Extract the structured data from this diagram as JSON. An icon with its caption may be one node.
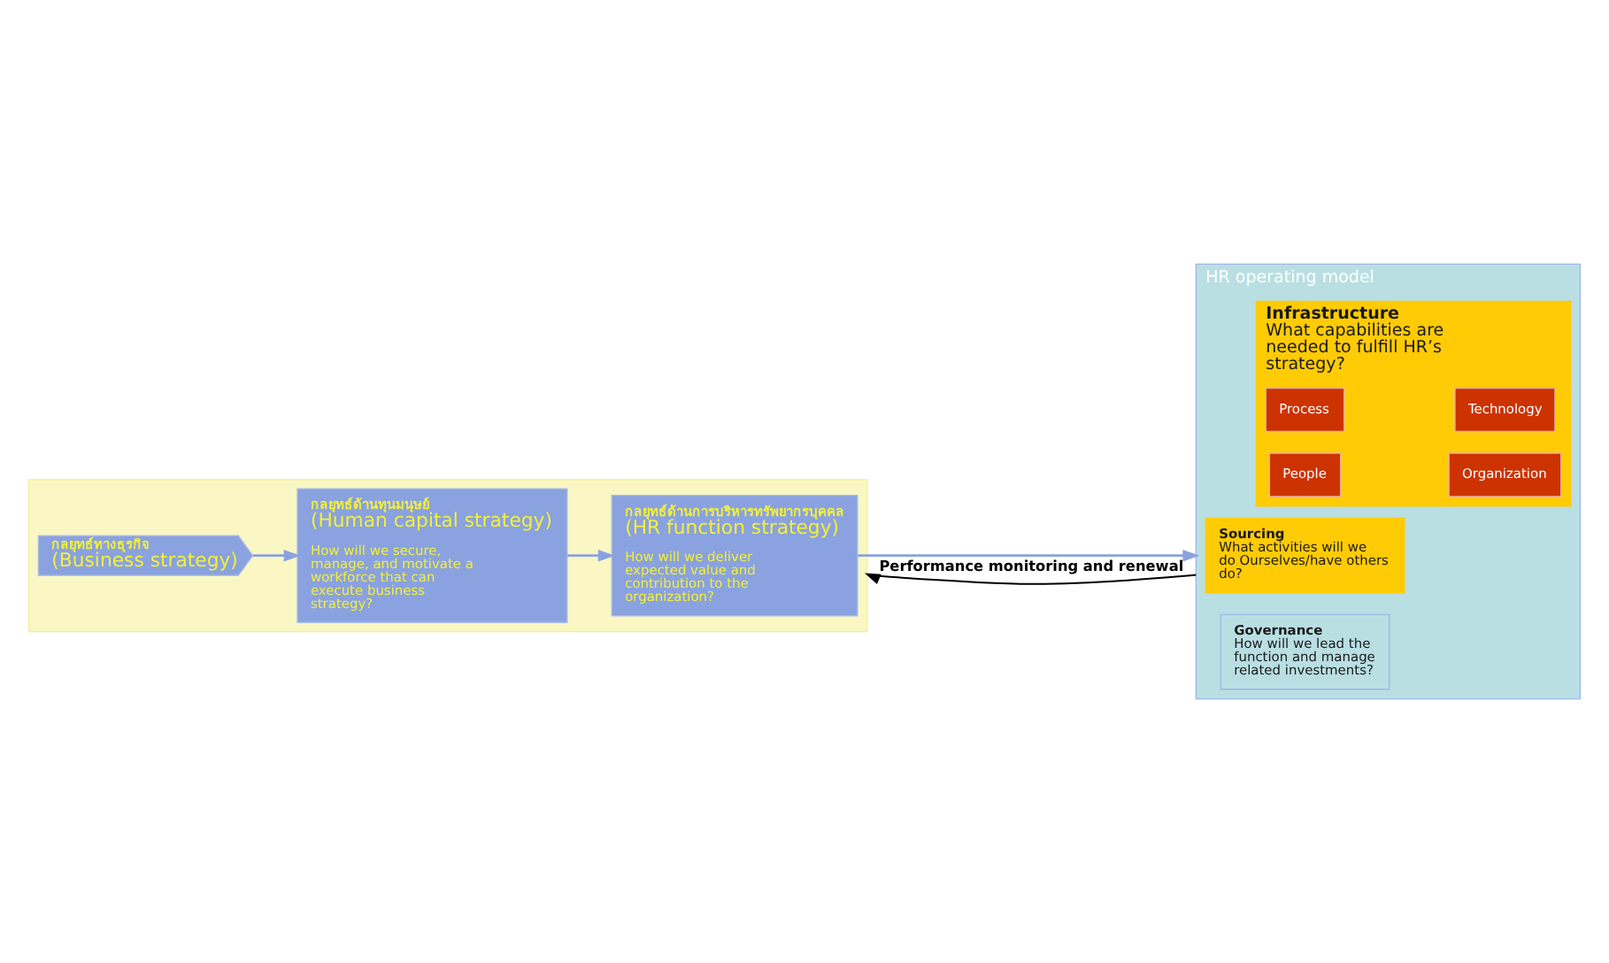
{
  "diagram": {
    "nodes": [
      {
        "text": [],
        "shape": "box"
      },
      {
        "text": [
          "กลยุทธ์ทางธุรกิจ",
          "(Business strategy)"
        ],
        "in": 0
      },
      {
        "text": [
          "กลยุทธ์ด้านทุนมนุษย์",
          "(Human capital strategy)",
          "How will we secure, manage, and motivate a workforce that can execute business strategy?"
        ],
        "in": 0
      },
      {
        "text": [
          "กลยุทธ์ด้านการบริหารทรัพยากรบุคคล",
          "(HR function strategy)",
          "How will we deliver expected value and contribution to the organization?"
        ],
        "in": 0
      },
      {
        "text": [
          "HR operating model"
        ]
      },
      {
        "text": [
          "Sourcing",
          "What activities will we do Ourselves/have others do?"
        ],
        "in": 4
      },
      {
        "text": [
          "Infrastructure",
          "What capabilities are needed to fulfill HR’s strategy?"
        ],
        "in": 4
      },
      {
        "text": [
          "Process"
        ],
        "in": 6
      },
      {
        "text": [
          "Technology"
        ],
        "in": 6
      },
      {
        "text": [
          "People"
        ],
        "in": 6
      },
      {
        "text": [
          "Organization"
        ],
        "in": 6
      },
      {
        "text": [
          "Governance",
          "How will we lead the function and manage related investments?"
        ],
        "in": 4
      }
    ],
    "edges": [
      {
        "from": 1,
        "to": 2,
        "arrow": "to"
      },
      {
        "from": 2,
        "to": 3,
        "arrow": "to"
      },
      {
        "from": 3,
        "to": 4,
        "arrow": "to"
      },
      {
        "from": 4,
        "to": 0,
        "arrow": "to",
        "label": "Performance monitoring and renewal",
        "color": "#000000"
      }
    ]
  }
}
